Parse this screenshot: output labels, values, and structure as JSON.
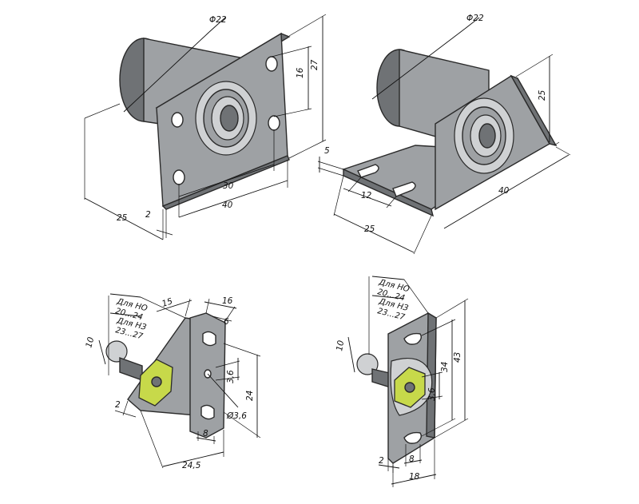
{
  "views": {
    "top_left": {
      "diameter": "Φ22",
      "dim_27": "27",
      "dim_16": "16",
      "dim_30": "30",
      "dim_40": "40",
      "dim_25": "25",
      "dim_2": "2"
    },
    "top_right": {
      "diameter": "Φ22",
      "dim_25_vert": "25",
      "dim_5": "5",
      "dim_12": "12",
      "dim_25": "25",
      "dim_40": "40"
    },
    "bottom_left": {
      "note_no": "Для НО",
      "range_no": "20...24",
      "note_nz": "Для НЗ",
      "range_nz": "23...27",
      "dim_10": "10",
      "dim_15": "15",
      "dim_16": "16",
      "dim_6": "6",
      "dim_3_6": "3,6",
      "dim_24": "24",
      "dim_d3_6": "Ø3,6",
      "dim_2": "2",
      "dim_8": "8",
      "dim_24_5": "24,5"
    },
    "bottom_right": {
      "note_no": "Для НО",
      "range_no": "20...24",
      "note_nz": "Для НЗ",
      "range_nz": "23...27",
      "dim_10": "10",
      "dim_34": "34",
      "dim_43": "43",
      "dim_3_6": "3,6",
      "dim_2": "2",
      "dim_8": "8",
      "dim_18": "18"
    }
  }
}
